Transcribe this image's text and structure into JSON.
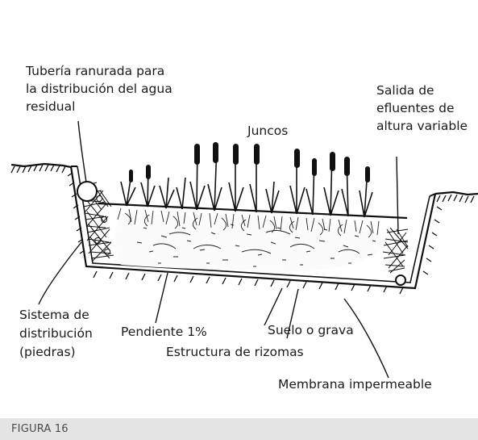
{
  "labels": {
    "pipe": [
      "Tubería ranurada para",
      "la distribución del agua",
      "residual"
    ],
    "outlet": [
      "Salida de",
      "efluentes de",
      "altura variable"
    ],
    "reeds": "Juncos",
    "distribution": [
      "Sistema de",
      "distribución",
      "(piedras)"
    ],
    "slope": "Pendiente 1%",
    "soil": "Suelo o grava",
    "rhizomes": "Estructura de rizomas",
    "membrane": "Membrana impermeable"
  },
  "caption": "FIGURA 16"
}
